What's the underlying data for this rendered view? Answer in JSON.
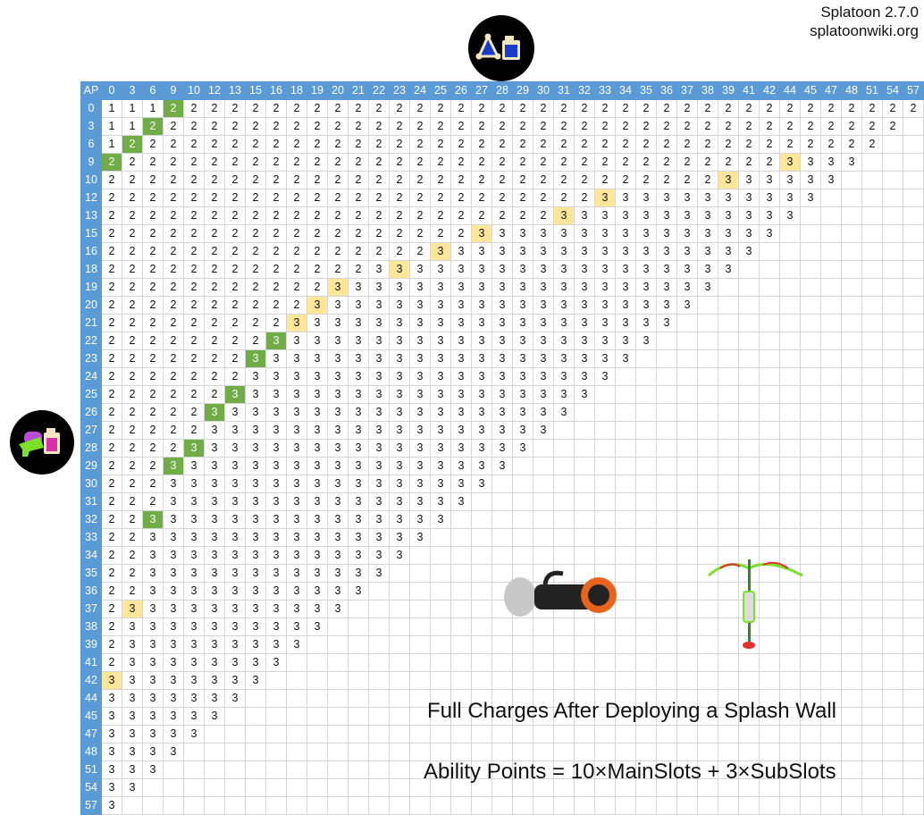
{
  "credit": {
    "version": "Splatoon 2.7.0",
    "site": "splatoonwiki.org"
  },
  "icons": {
    "top": "sub-power-up-splash-wall-icon",
    "left": "special-charge-splash-wall-icon",
    "weapon1": "hydra-splatling-icon",
    "weapon2": "splash-wall-icon"
  },
  "captions": {
    "title": "Full Charges After Deploying a Splash Wall",
    "formula": "Ability Points = 10×MainSlots + 3×SubSlots"
  },
  "colors": {
    "header": "#5b9bd5",
    "green_highlight": "#70ad47",
    "yellow_highlight": "#ffe699",
    "gridline": "#d4d4d4"
  },
  "chart_data": {
    "type": "table",
    "title": "Full Charges After Deploying a Splash Wall",
    "corner_label": "AP",
    "col_axis": "Sub Power Up AP",
    "row_axis": "Special Charge Up AP",
    "columns": [
      0,
      3,
      6,
      9,
      10,
      12,
      13,
      15,
      16,
      18,
      19,
      20,
      21,
      22,
      23,
      24,
      25,
      26,
      27,
      28,
      29,
      30,
      31,
      32,
      33,
      34,
      35,
      36,
      37,
      38,
      39,
      41,
      42,
      44,
      45,
      47,
      48,
      51,
      54,
      57
    ],
    "rows": [
      0,
      3,
      6,
      9,
      10,
      12,
      13,
      15,
      16,
      18,
      19,
      20,
      21,
      22,
      23,
      24,
      25,
      26,
      27,
      28,
      29,
      30,
      31,
      32,
      33,
      34,
      35,
      36,
      37,
      38,
      39,
      41,
      42,
      44,
      45,
      47,
      48,
      51,
      54,
      57
    ],
    "constraint": "row AP + column AP <= 57",
    "thresholds_first_col_reaching_next_value": {
      "0": 9,
      "3": 6,
      "6": 3,
      "9": 0,
      "10": null,
      "12": null,
      "13": null,
      "15": 27,
      "16": 25,
      "18": 22,
      "19": 20,
      "20": 19,
      "21": 18,
      "22": 16,
      "23": 15,
      "24": 15,
      "25": 13,
      "26": 12,
      "27": 12,
      "28": 10,
      "29": 9,
      "30": 9,
      "31": 9,
      "32": 6,
      "33": 6,
      "34": 6,
      "35": 6,
      "36": 6,
      "37": 3,
      "38": 3,
      "39": 3,
      "41": 3,
      "42": 0,
      "44": 0,
      "45": 0,
      "47": 0,
      "48": 0,
      "51": 0,
      "54": 0,
      "57": 0
    },
    "row_threshold_3": {
      "9": 44,
      "10": 39,
      "12": 33,
      "13": 31,
      "15": 27,
      "16": 25,
      "18": 22,
      "19": 20,
      "20": 19,
      "21": 18,
      "22": 16,
      "23": 15,
      "24": 15,
      "25": 13,
      "26": 12,
      "27": 12,
      "28": 10,
      "29": 9,
      "30": 9,
      "31": 9,
      "32": 6,
      "33": 6,
      "34": 6,
      "35": 6,
      "36": 6,
      "37": 3,
      "38": 3,
      "39": 3,
      "41": 3,
      "42": 0,
      "44": 0,
      "45": 0,
      "47": 0,
      "48": 0,
      "51": 0,
      "54": 0,
      "57": 0
    },
    "row_threshold_2": {
      "0": 9,
      "3": 6,
      "6": 3,
      "9": 0
    },
    "highlights": [
      {
        "row": 0,
        "col": 9,
        "color": "green"
      },
      {
        "row": 3,
        "col": 6,
        "color": "green"
      },
      {
        "row": 6,
        "col": 3,
        "color": "green"
      },
      {
        "row": 9,
        "col": 0,
        "color": "green"
      },
      {
        "row": 9,
        "col": 44,
        "color": "yellow"
      },
      {
        "row": 10,
        "col": 39,
        "color": "yellow"
      },
      {
        "row": 12,
        "col": 33,
        "color": "yellow"
      },
      {
        "row": 13,
        "col": 31,
        "color": "yellow"
      },
      {
        "row": 15,
        "col": 27,
        "color": "yellow"
      },
      {
        "row": 16,
        "col": 25,
        "color": "yellow"
      },
      {
        "row": 18,
        "col": 23,
        "color": "yellow"
      },
      {
        "row": 19,
        "col": 20,
        "color": "yellow"
      },
      {
        "row": 20,
        "col": 19,
        "color": "yellow"
      },
      {
        "row": 21,
        "col": 18,
        "color": "yellow"
      },
      {
        "row": 22,
        "col": 16,
        "color": "green"
      },
      {
        "row": 23,
        "col": 15,
        "color": "green"
      },
      {
        "row": 25,
        "col": 13,
        "color": "green"
      },
      {
        "row": 26,
        "col": 12,
        "color": "green"
      },
      {
        "row": 28,
        "col": 10,
        "color": "green"
      },
      {
        "row": 29,
        "col": 9,
        "color": "green"
      },
      {
        "row": 32,
        "col": 6,
        "color": "green"
      },
      {
        "row": 37,
        "col": 3,
        "color": "yellow"
      },
      {
        "row": 42,
        "col": 0,
        "color": "yellow"
      }
    ]
  }
}
